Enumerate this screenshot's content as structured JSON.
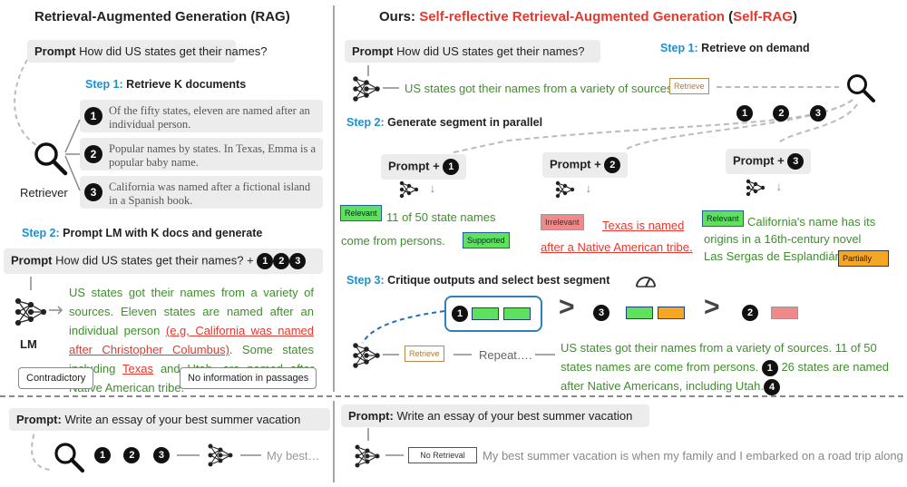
{
  "left": {
    "title": "Retrieval-Augmented Generation (RAG)",
    "prompt_label": "Prompt",
    "prompt_text": "How did US states get their names?",
    "step1_label": "Step 1:",
    "step1_text": "Retrieve K documents",
    "docs": [
      {
        "num": "1",
        "text": "Of the fifty states, eleven are named after an individual person."
      },
      {
        "num": "2",
        "text": "Popular names by states. In Texas, Emma is a popular baby name."
      },
      {
        "num": "3",
        "text": "California was named after a fictional island in a Spanish book."
      }
    ],
    "retriever_label": "Retriever",
    "step2_label": "Step 2:",
    "step2_text": "Prompt LM with K docs and generate",
    "prompt2_text": "How did US states get their names? +",
    "lm_label": "LM",
    "output_part1": "US states got their names from a variety of sources. Eleven states are named after an individual person",
    "output_red1": "(e.g, California was named after Christopher Columbus)",
    "output_part2": ". Some states including",
    "output_red2": "Texas",
    "output_part3": "and Utah, are named after Native American tribe.",
    "callout_contradictory": "Contradictory",
    "callout_noinfo": "No information in passages"
  },
  "right": {
    "title_prefix": "Ours:",
    "title_main": "Self-reflective Retrieval-Augmented Generation",
    "title_paren_open": "(",
    "title_abbr": "Self-RAG",
    "title_paren_close": ")",
    "prompt_label": "Prompt",
    "prompt_text": "How did US states get their names?",
    "step1_label": "Step 1:",
    "step1_text": "Retrieve on demand",
    "gen_text": "US states got their names from a variety of sources.",
    "retrieve_tag": "Retrieve",
    "step2_label": "Step 2:",
    "step2_text": "Generate segment in parallel",
    "prompt_plus": "Prompt +",
    "seg1_tag": "Relevant",
    "seg1_text_a": "11 of 50 state names",
    "seg1_text_b": "come from persons.",
    "seg1_sup": "Supported",
    "seg2_tag": "Irrelevant",
    "seg2_text_a": "Texas is named",
    "seg2_text_b": "after a Native American tribe.",
    "seg3_tag": "Relevant",
    "seg3_text_a": "California's name has its",
    "seg3_text_b": "origins in a 16th-century novel",
    "seg3_text_c": "Las Sergas de Esplandián.",
    "seg3_par": "Partially",
    "step3_label": "Step 3:",
    "step3_text": "Critique outputs and select best segment",
    "gt": ">",
    "repeat_text": "Repeat….",
    "final_text_a": "US states got their names from a variety of sources. 11 of 50",
    "final_text_b": "states names are come from persons.",
    "final_text_c": "26 states are named",
    "final_text_d": "after Native Americans, including Utah.",
    "final_num4": "4"
  },
  "bottom_left": {
    "prompt_label": "Prompt:",
    "prompt_text": "Write an essay of your best summer vacation",
    "nums": [
      "1",
      "2",
      "3"
    ],
    "output": "My best…"
  },
  "bottom_right": {
    "prompt_label": "Prompt:",
    "prompt_text": "Write an essay of your best summer vacation",
    "no_retrieval": "No Retrieval",
    "output": "My best summer vacation is when my family and I embarked on a road trip along …"
  },
  "colors": {
    "green": "#3f8f2c",
    "red": "#e8372c",
    "blue": "#1f8fcf",
    "relevant": "#5fe05f",
    "irrelevant": "#f08a8a",
    "partial": "#f5a623"
  }
}
